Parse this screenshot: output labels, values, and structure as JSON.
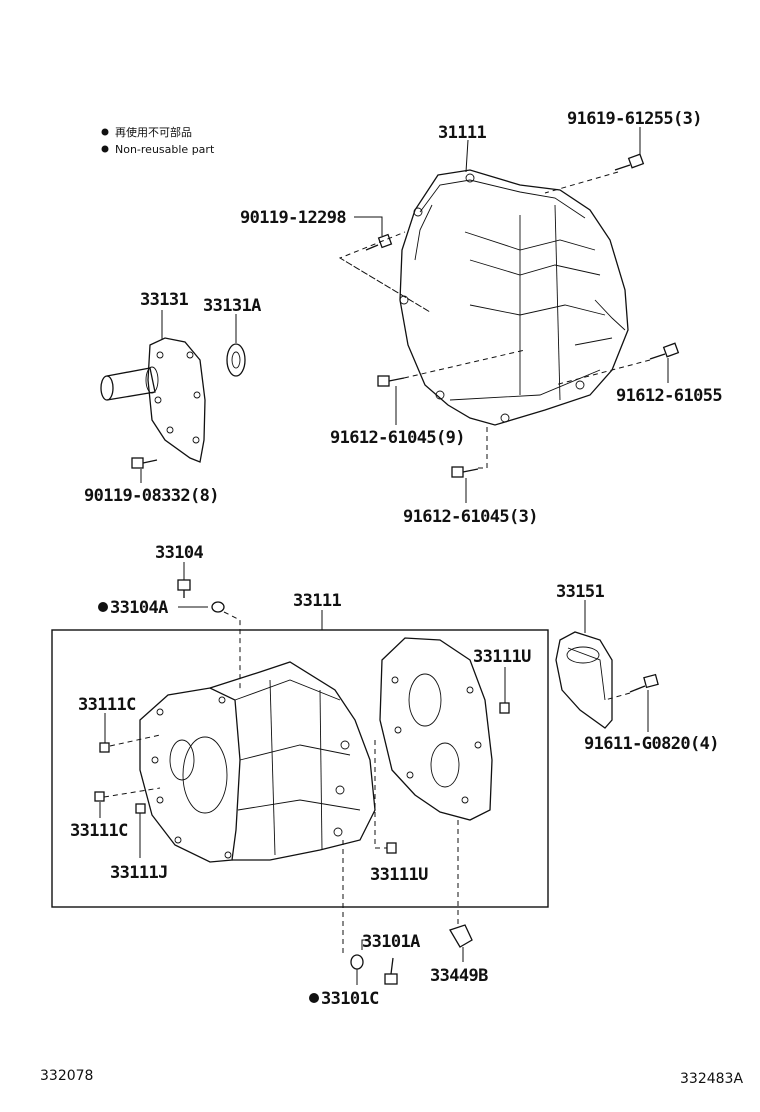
{
  "legend": {
    "jp": "再使用不可部品",
    "en": "Non-reusable part"
  },
  "labels": {
    "p31111_top": "31111",
    "p91619_61255": "91619-61255(3)",
    "p90119_12298": "90119-12298",
    "p33131": "33131",
    "p33131A": "33131A",
    "p91612_61055": "91612-61055",
    "p91612_61045_9": "91612-61045(9)",
    "p90119_08332": "90119-08332(8)",
    "p91612_61045_3": "91612-61045(3)",
    "p33104": "33104",
    "p33104A": "33104A",
    "p33111_case": "33111",
    "p33151": "33151",
    "p33111U_top": "33111U",
    "p33111C_top": "33111C",
    "p91611_G0820": "91611-G0820(4)",
    "p33111C_bot": "33111C",
    "p33111J": "33111J",
    "p33111U_bot": "33111U",
    "p33101A": "33101A",
    "p33449B": "33449B",
    "p33101C": "33101C"
  },
  "footer": {
    "left_code": "332078",
    "right_code": "332483A"
  }
}
